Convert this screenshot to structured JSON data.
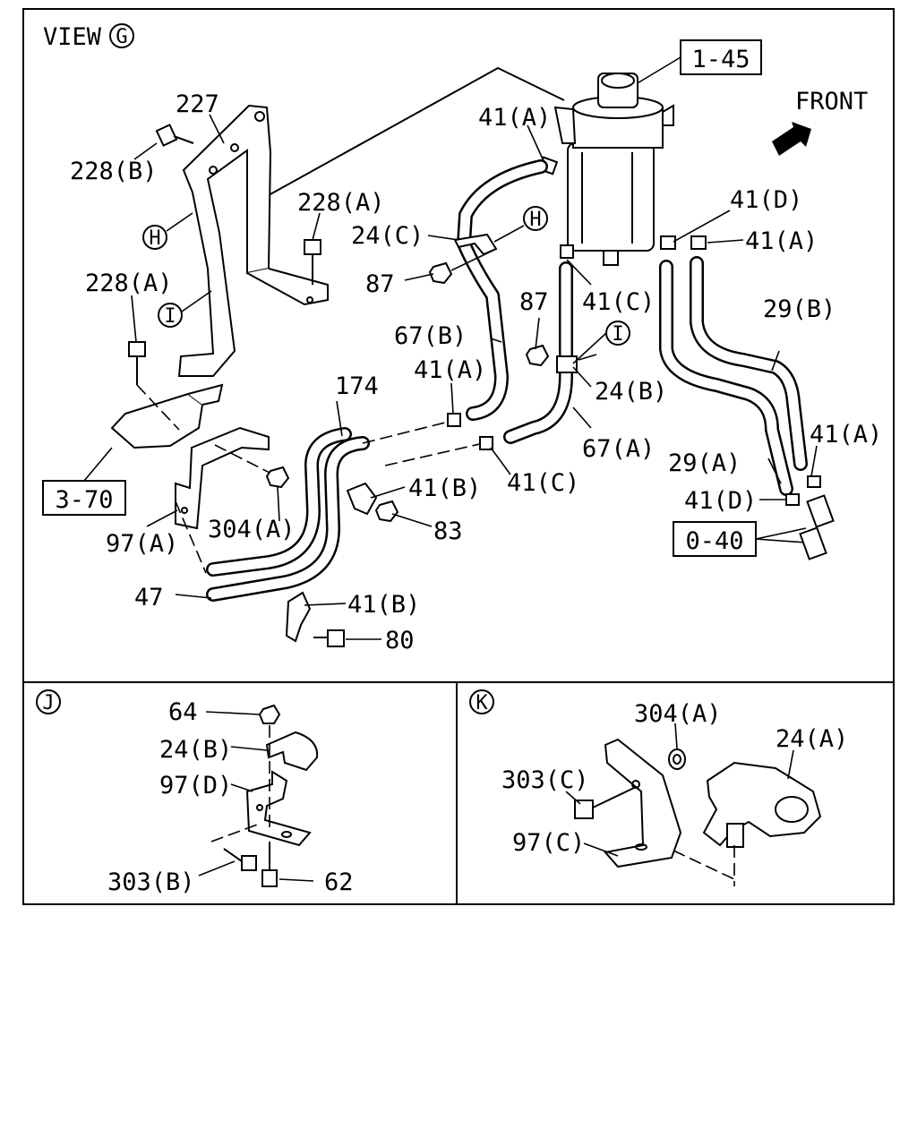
{
  "view_title": {
    "text": "VIEW",
    "circle": "G"
  },
  "front_label": "FRONT",
  "boxed_refs": [
    "1-45",
    "3-70",
    "0-40"
  ],
  "labels": {
    "l227": "227",
    "l228b": "228(B)",
    "l228a_1": "228(A)",
    "l228a_2": "228(A)",
    "lH_1": "H",
    "lH_2": "H",
    "lI_1": "I",
    "lI_2": "I",
    "l24c": "24(C)",
    "l87_1": "87",
    "l87_2": "87",
    "l41a_1": "41(A)",
    "l41a_2": "41(A)",
    "l41a_3": "41(A)",
    "l41a_4": "41(A)",
    "l41d_1": "41(D)",
    "l41d_2": "41(D)",
    "l41c_1": "41(C)",
    "l41c_2": "41(C)",
    "l41b_1": "41(B)",
    "l41b_2": "41(B)",
    "l29b": "29(B)",
    "l29a": "29(A)",
    "l67b": "67(B)",
    "l67a": "67(A)",
    "l24b_1": "24(B)",
    "l174": "174",
    "l304a_1": "304(A)",
    "l97a": "97(A)",
    "l83": "83",
    "l47": "47",
    "l80": "80"
  },
  "panel_j": {
    "circle": "J",
    "l64": "64",
    "l24b": "24(B)",
    "l97d": "97(D)",
    "l303b": "303(B)",
    "l62": "62"
  },
  "panel_k": {
    "circle": "K",
    "l304a": "304(A)",
    "l24a": "24(A)",
    "l303c": "303(C)",
    "l97c": "97(C)"
  }
}
